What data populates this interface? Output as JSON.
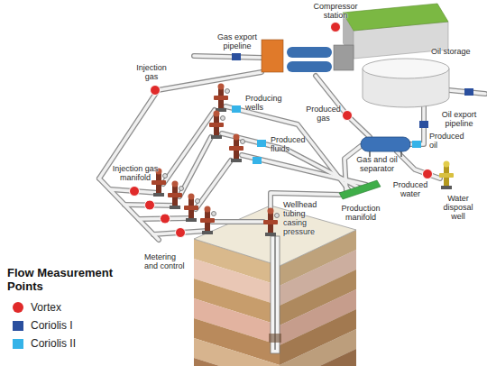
{
  "diagram": {
    "labels": [
      "Compressor station",
      "Gas export pipeline",
      "Oil storage",
      "Injection gas",
      "Producing wells",
      "Produced gas",
      "Oil export pipeline",
      "Produced fluids",
      "Wellhead tubing casing pressure",
      "Gas and oil separator",
      "Produced oil",
      "Produced water",
      "Production manifold",
      "Injection gas manifold",
      "Water disposal well",
      "Metering and control",
      "Flow Measurement Points"
    ],
    "legend": [
      {
        "text": "Vortex",
        "color": "#e02a2a"
      },
      {
        "text": "Coriolis I",
        "color": "#2a4f9e"
      },
      {
        "text": "Coriolis II",
        "color": "#35b3e8"
      }
    ]
  }
}
